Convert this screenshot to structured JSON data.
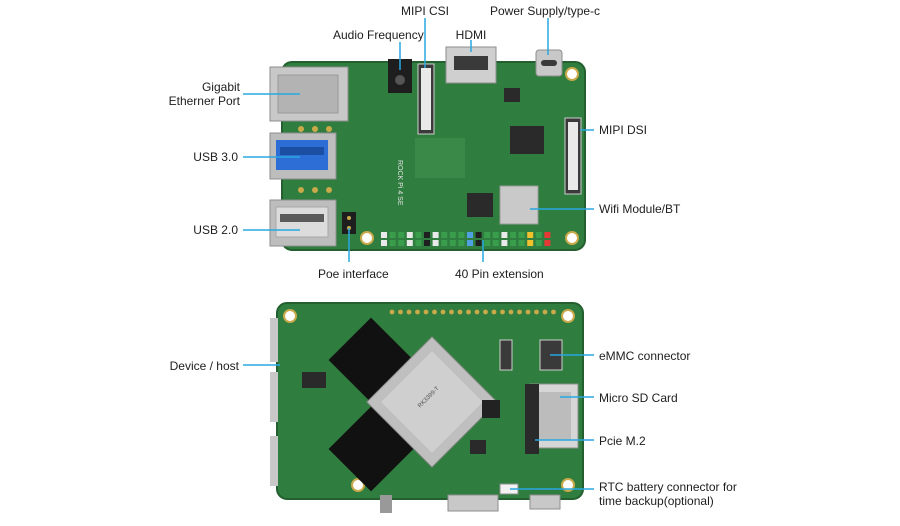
{
  "top_board": {
    "labels": {
      "mipi_csi": "MIPI CSI",
      "power": "Power Supply/type-c",
      "audio": "Audio Frequency",
      "hdmi": "HDMI",
      "gigabit_1": "Gigabit",
      "gigabit_2": "Etherner Port",
      "mipi_dsi": "MIPI DSI",
      "usb3": "USB 3.0",
      "wifi": "Wifi Module/BT",
      "usb2": "USB 2.0",
      "poe": "Poe interface",
      "gpio": "40 Pin extension"
    },
    "silkscreen": "ROCK Pi 4 SE"
  },
  "bottom_board": {
    "labels": {
      "device_host": "Device / host",
      "emmc": "eMMC connector",
      "sd": "Micro SD Card",
      "pcie": "Pcie M.2",
      "rtc_1": "RTC battery connector for",
      "rtc_2": "time backup(optional)"
    },
    "soc_marking": "RK3399-T"
  },
  "colors": {
    "pcb": "#2f7d3f",
    "pcb_dark": "#245f30",
    "callout_line": "#29a8e0",
    "label_text": "#1d1d1d"
  }
}
